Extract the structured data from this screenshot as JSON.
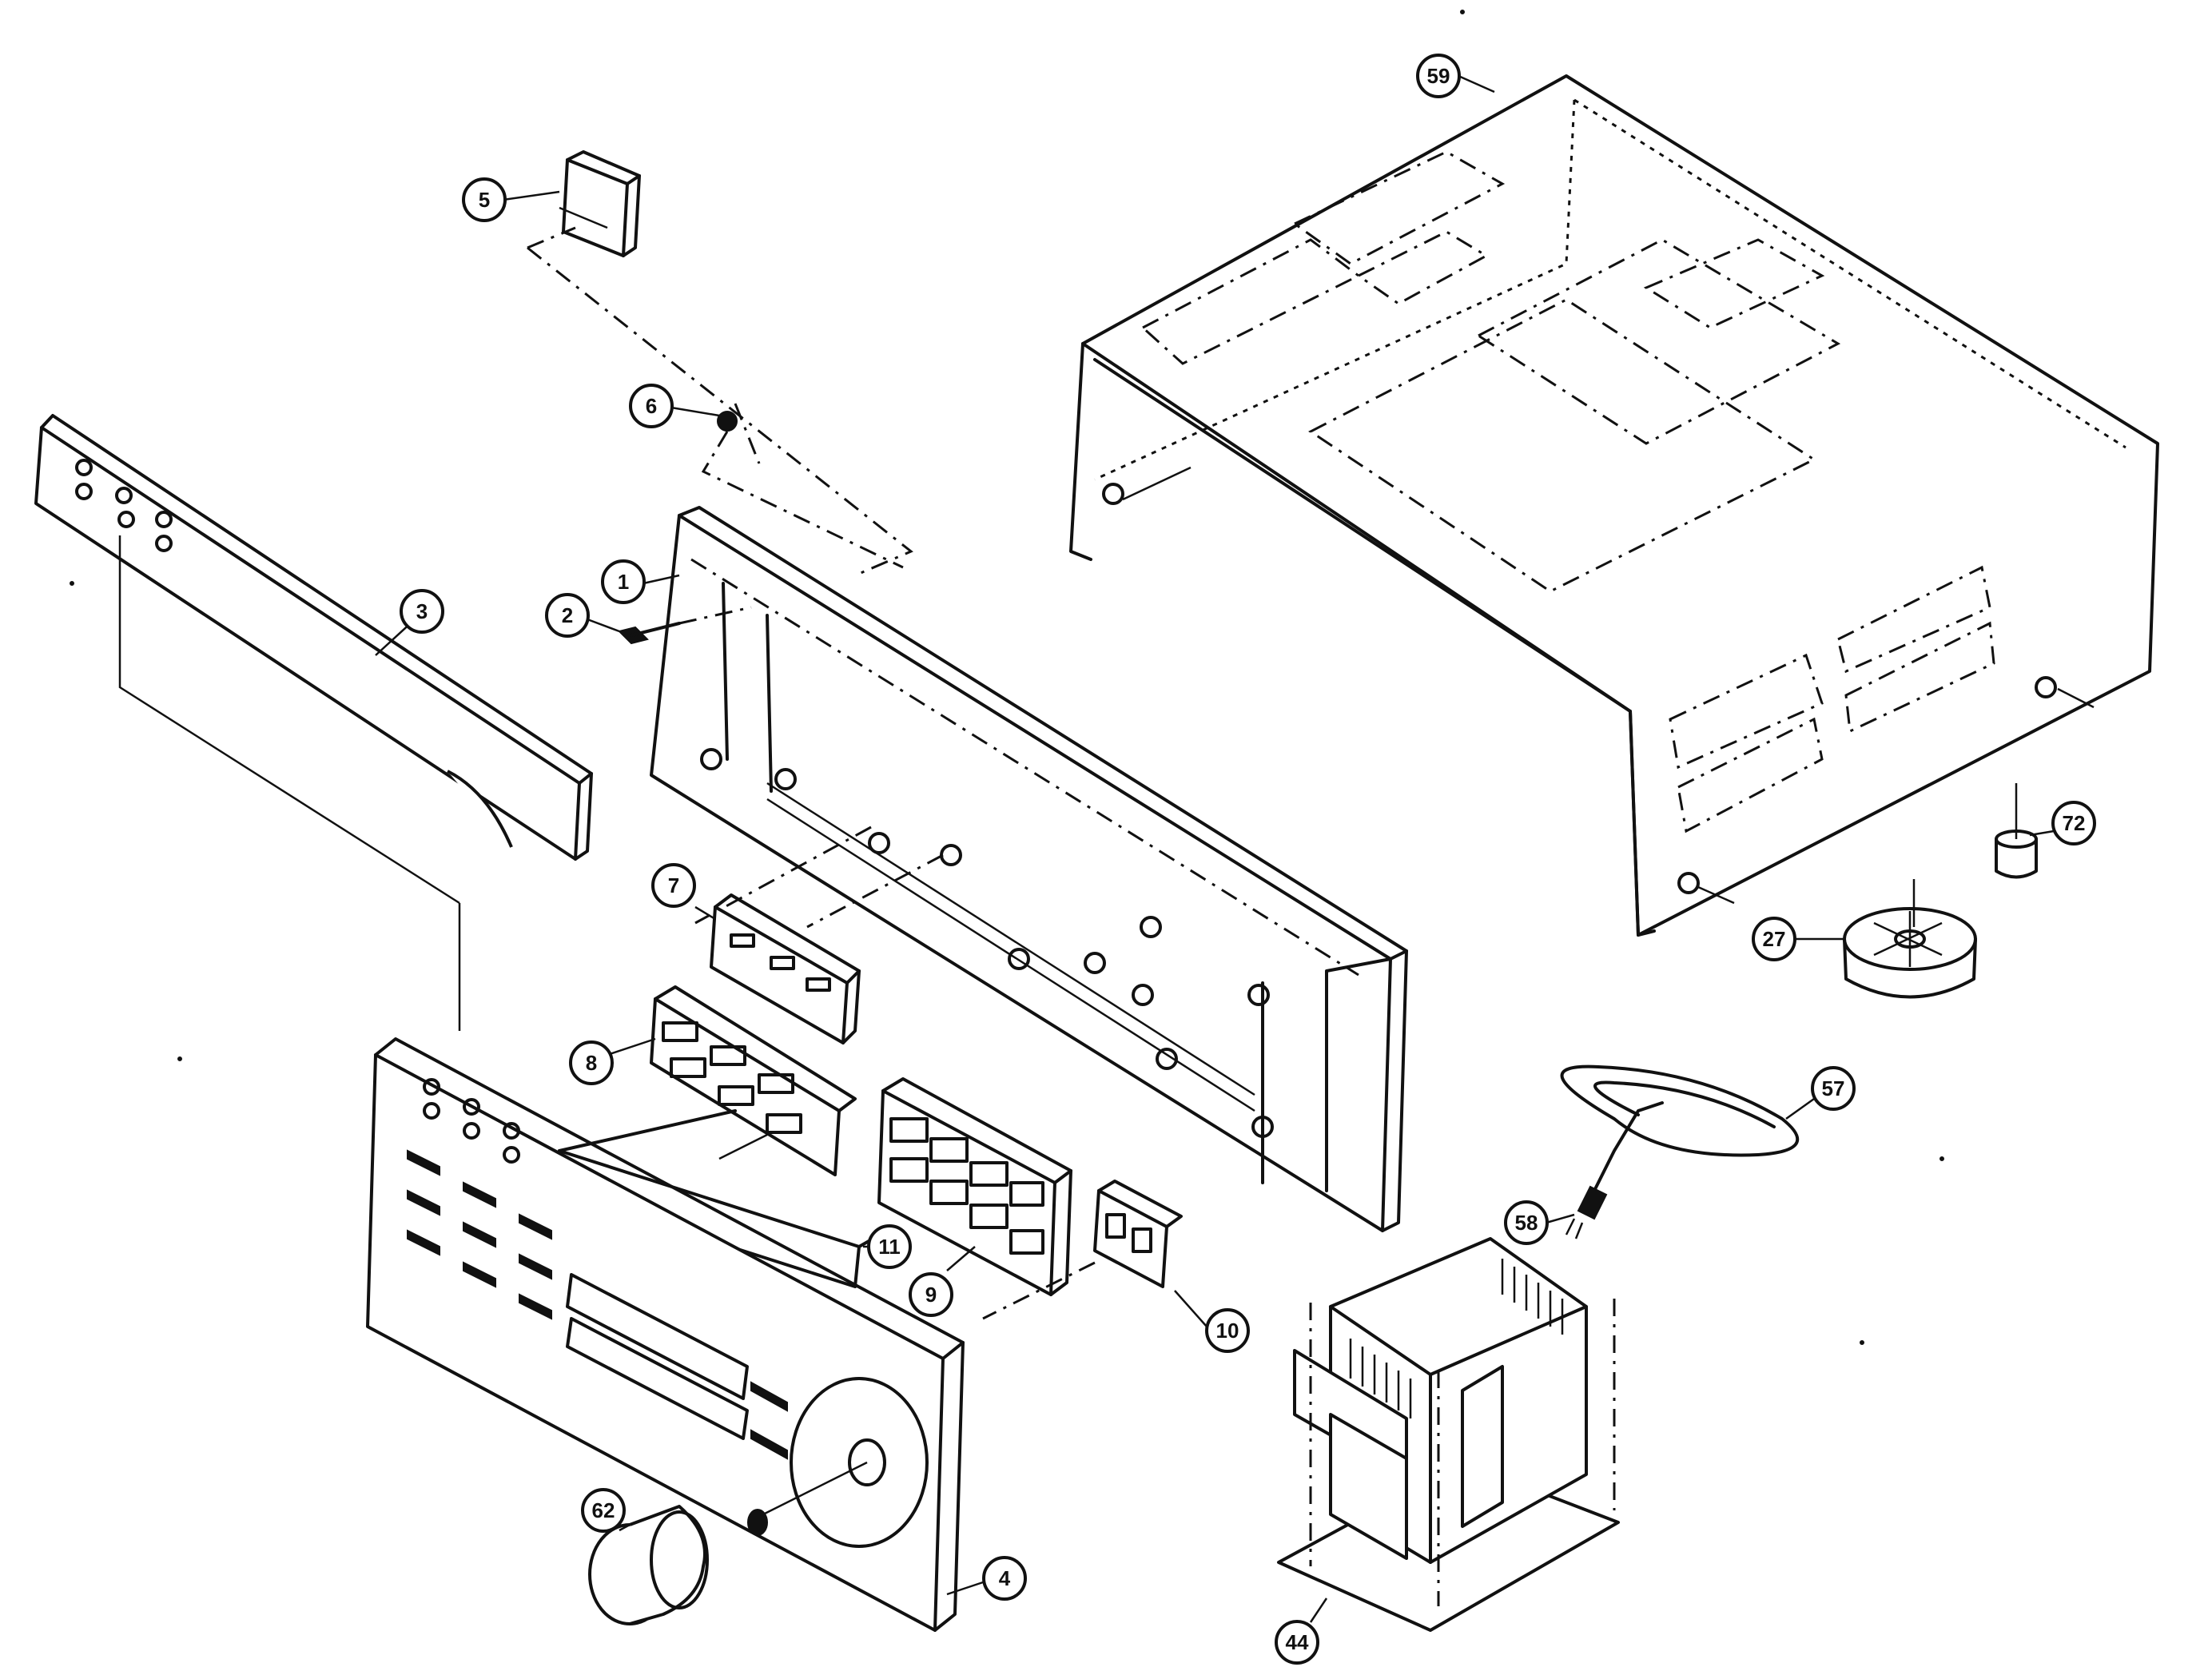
{
  "callouts": {
    "c1": "1",
    "c2": "2",
    "c3": "3",
    "c4": "4",
    "c5": "5",
    "c6": "6",
    "c7": "7",
    "c8": "8",
    "c9": "9",
    "c10": "10",
    "c11": "11",
    "c27": "27",
    "c44": "44",
    "c57": "57",
    "c58": "58",
    "c59": "59",
    "c62": "62",
    "c72": "72"
  }
}
